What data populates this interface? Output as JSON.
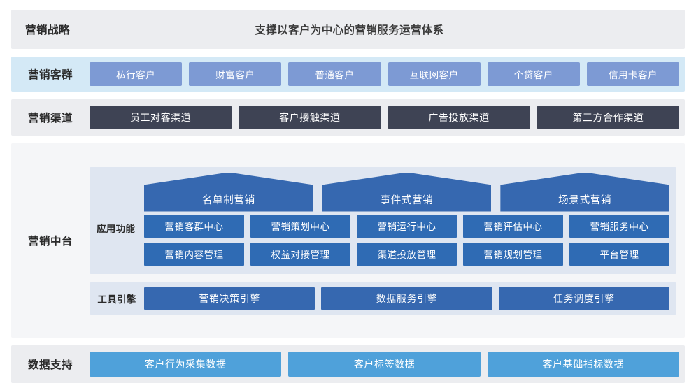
{
  "strategy": {
    "label": "营销战略",
    "title": "支撑以客户为中心的营销服务运营体系"
  },
  "customers": {
    "label": "营销客群",
    "items": [
      {
        "label": "私行客户"
      },
      {
        "label": "财富客户"
      },
      {
        "label": "普通客户"
      },
      {
        "label": "互联网客户"
      },
      {
        "label": "个贷客户"
      },
      {
        "label": "信用卡客户"
      }
    ]
  },
  "channels": {
    "label": "营销渠道",
    "items": [
      {
        "label": "员工对客渠道"
      },
      {
        "label": "客户接触渠道"
      },
      {
        "label": "广告投放渠道"
      },
      {
        "label": "第三方合作渠道"
      }
    ]
  },
  "middle_platform": {
    "label": "营销中台",
    "app_functions": {
      "label": "应用功能",
      "banners": [
        {
          "label": "名单制营销"
        },
        {
          "label": "事件式营销"
        },
        {
          "label": "场景式营销"
        }
      ],
      "tiles": [
        {
          "label": "营销客群中心"
        },
        {
          "label": "营销策划中心"
        },
        {
          "label": "营销运行中心"
        },
        {
          "label": "营销评估中心"
        },
        {
          "label": "营销服务中心"
        },
        {
          "label": "营销内容管理"
        },
        {
          "label": "权益对接管理"
        },
        {
          "label": "渠道投放管理"
        },
        {
          "label": "营销规划管理"
        },
        {
          "label": "平台管理"
        }
      ]
    },
    "tool_engines": {
      "label": "工具引擎",
      "items": [
        {
          "label": "营销决策引擎"
        },
        {
          "label": "数据服务引擎"
        },
        {
          "label": "任务调度引擎"
        }
      ]
    }
  },
  "data_support": {
    "label": "数据支持",
    "items": [
      {
        "label": "客户行为采集数据"
      },
      {
        "label": "客户标签数据"
      },
      {
        "label": "客户基础指标数据"
      }
    ]
  },
  "colors": {
    "band_gray": "#ecedf0",
    "band_light_blue": "#d4e9f6",
    "customer_tile": "#7d9ad4",
    "channel_tile": "#3e4354",
    "banner_blue": "#3668b0",
    "function_tile": "#2f6bb4",
    "panel_bg": "#dfe6f1",
    "data_tile": "#4fa1da"
  }
}
